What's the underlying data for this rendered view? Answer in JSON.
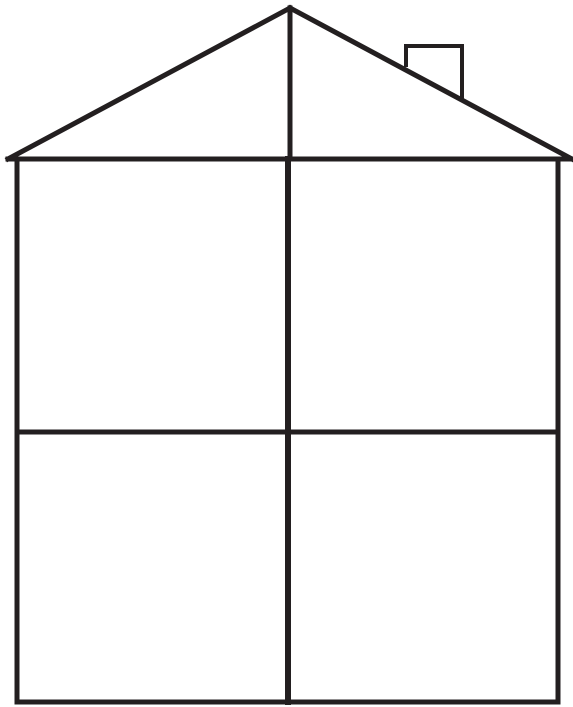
{
  "diagram": {
    "type": "house-outline",
    "floors": 2,
    "rooms_per_floor": 2,
    "has_chimney": true,
    "roof_divided": true,
    "colors": {
      "background": "#ffffff",
      "line": "#231f20"
    }
  }
}
